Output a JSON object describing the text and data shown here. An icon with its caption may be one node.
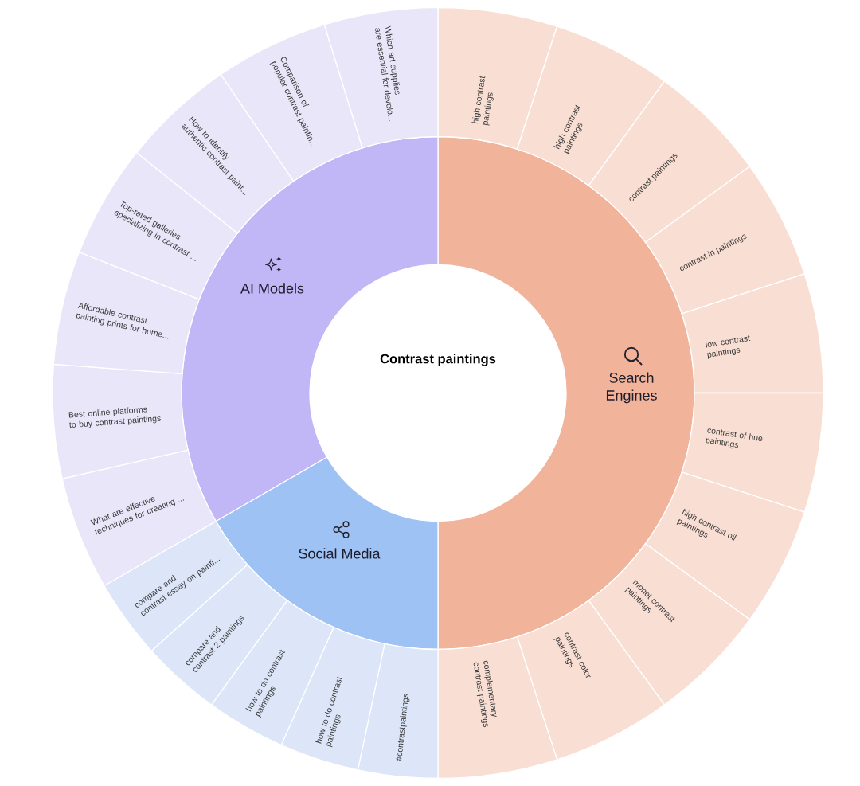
{
  "diagram": {
    "nodes": [
      {
        "text": [
          "Contrast paintings"
        ]
      },
      {
        "text": [
          "Search Engines"
        ]
      },
      {
        "text": [
          "high contrast paintings"
        ]
      },
      {
        "text": [
          "high contrast paintings"
        ]
      },
      {
        "text": [
          "contrast paintings"
        ]
      },
      {
        "text": [
          "contrast in paintings"
        ]
      },
      {
        "text": [
          "low contrast paintings"
        ]
      },
      {
        "text": [
          "contrast of hue paintings"
        ]
      },
      {
        "text": [
          "high contrast oil paintings"
        ]
      },
      {
        "text": [
          "monet contrast paintings"
        ]
      },
      {
        "text": [
          "contrast color paintings"
        ]
      },
      {
        "text": [
          "complementary contrast paintings"
        ]
      },
      {
        "text": [
          "Social Media"
        ]
      },
      {
        "text": [
          "#contrastpaintings"
        ]
      },
      {
        "text": [
          "how to do contrast paintings"
        ]
      },
      {
        "text": [
          "how to do contrast paintings"
        ]
      },
      {
        "text": [
          "compare and contrast 2 paintings"
        ]
      },
      {
        "text": [
          "compare and contrast essay on painti..."
        ]
      },
      {
        "text": [
          "AI Models"
        ]
      },
      {
        "text": [
          "What are effective techniques for creating ..."
        ]
      },
      {
        "text": [
          "Best online platforms to buy contrast paintings"
        ]
      },
      {
        "text": [
          "Affordable contrast painting prints for home..."
        ]
      },
      {
        "text": [
          "Top-rated galleries specializing in contrast ..."
        ]
      },
      {
        "text": [
          "How to identify authentic contrast paint..."
        ]
      },
      {
        "text": [
          "Comparison of popular contrast paintin..."
        ]
      },
      {
        "text": [
          "Which art supplies are essential for develo..."
        ]
      }
    ]
  }
}
